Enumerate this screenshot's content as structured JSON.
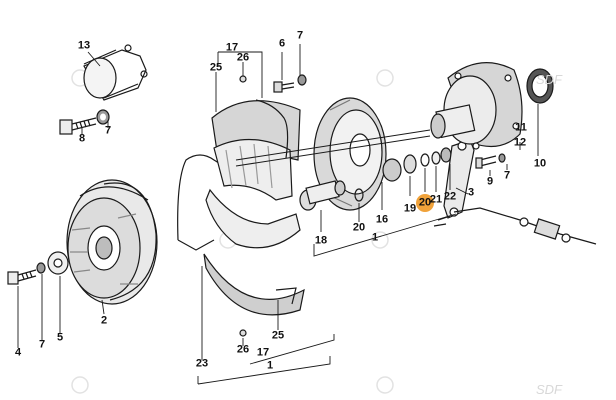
{
  "diagram": {
    "highlight_color": "#f0a23a",
    "ink_color": "#1a1a1a",
    "part_labels": [
      {
        "id": "p13",
        "text": "13"
      },
      {
        "id": "p17a",
        "text": "17"
      },
      {
        "id": "p6",
        "text": "6"
      },
      {
        "id": "p7a",
        "text": "7"
      },
      {
        "id": "p25a",
        "text": "25"
      },
      {
        "id": "p26a",
        "text": "26"
      },
      {
        "id": "p8",
        "text": "8"
      },
      {
        "id": "p7b",
        "text": "7"
      },
      {
        "id": "p11",
        "text": "11"
      },
      {
        "id": "p12",
        "text": "12"
      },
      {
        "id": "p10",
        "text": "10"
      },
      {
        "id": "p9",
        "text": "9"
      },
      {
        "id": "p7c",
        "text": "7"
      },
      {
        "id": "p16",
        "text": "16"
      },
      {
        "id": "p19",
        "text": "19"
      },
      {
        "id": "p20a",
        "text": "20"
      },
      {
        "id": "p21",
        "text": "21"
      },
      {
        "id": "p22",
        "text": "22"
      },
      {
        "id": "p3",
        "text": "3"
      },
      {
        "id": "p20b",
        "text": "20"
      },
      {
        "id": "p18",
        "text": "18"
      },
      {
        "id": "p1a",
        "text": "1"
      },
      {
        "id": "p2",
        "text": "2"
      },
      {
        "id": "p4",
        "text": "4"
      },
      {
        "id": "p7d",
        "text": "7"
      },
      {
        "id": "p5",
        "text": "5"
      },
      {
        "id": "p23",
        "text": "23"
      },
      {
        "id": "p25b",
        "text": "25"
      },
      {
        "id": "p26b",
        "text": "26"
      },
      {
        "id": "p17b",
        "text": "17"
      },
      {
        "id": "p1b",
        "text": "1"
      }
    ],
    "highlighted_part": "20",
    "watermark": "SDF"
  }
}
